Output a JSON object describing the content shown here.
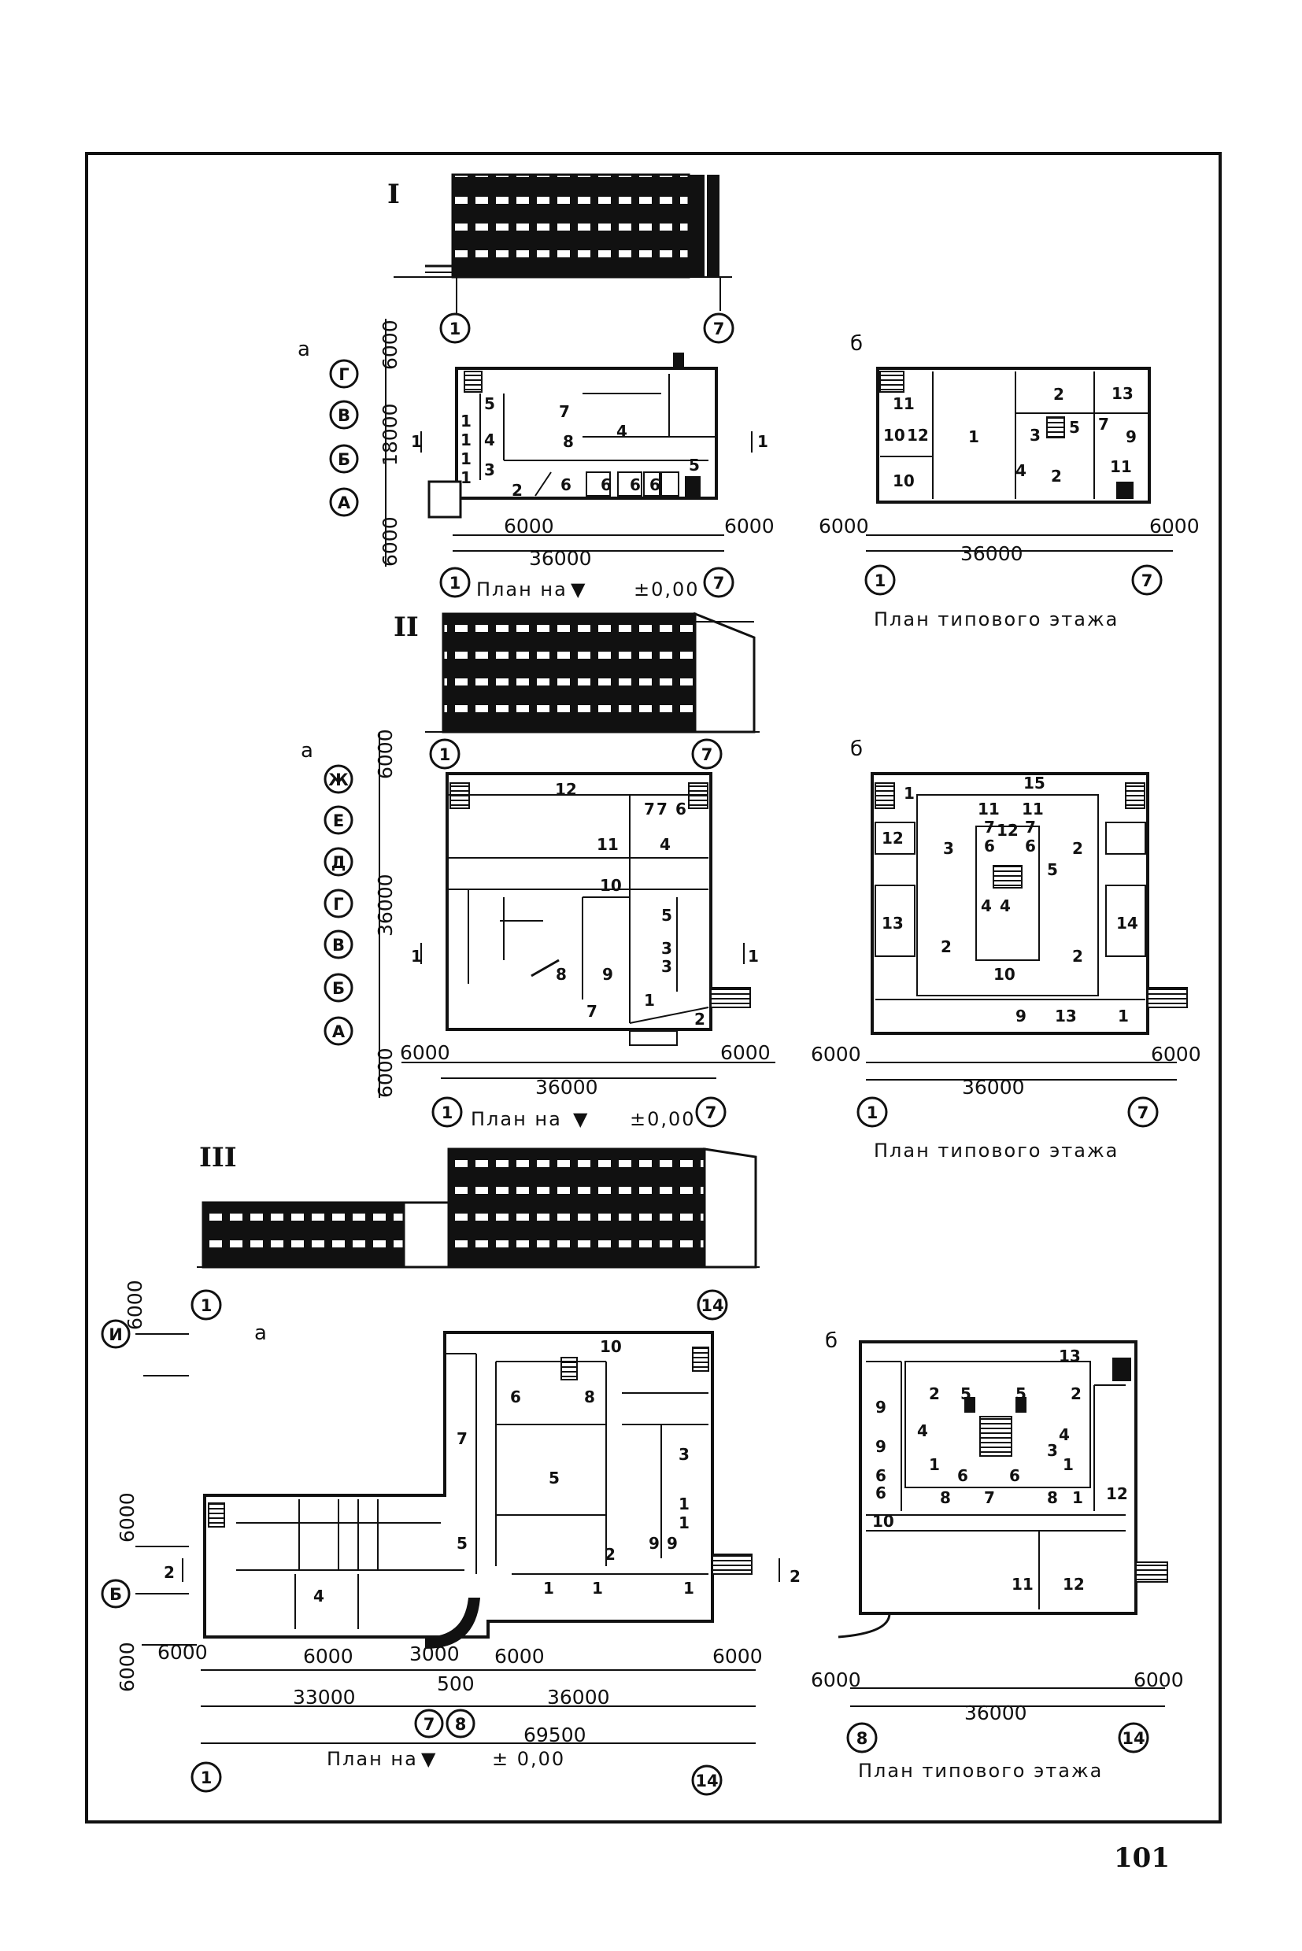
{
  "page_number": "101",
  "scheme_I": {
    "numeral": "I",
    "ground": {
      "letter": "а",
      "axes_cols": [
        "1",
        "7"
      ],
      "axes_rows": [
        "Г",
        "В",
        "Б",
        "А"
      ],
      "dims": {
        "top": "6000",
        "mid": "18000",
        "bottom": "6000",
        "left": "6000",
        "right": "6000",
        "total": "36000"
      },
      "caption_prefix": "План на",
      "caption_level": "±0,00",
      "rooms": [
        "5",
        "7",
        "1",
        "1",
        "1",
        "4",
        "8",
        "4",
        "1",
        "3",
        "2",
        "6",
        "6",
        "6",
        "6",
        "5"
      ],
      "section": "1"
    },
    "typical": {
      "letter": "б",
      "axes_cols": [
        "1",
        "7"
      ],
      "dims": {
        "left": "6000",
        "right": "6000",
        "total": "36000"
      },
      "caption": "План типового этажа",
      "rooms": [
        "11",
        "10",
        "12",
        "10",
        "1",
        "2",
        "13",
        "3",
        "5",
        "7",
        "9",
        "4",
        "2",
        "11"
      ]
    }
  },
  "scheme_II": {
    "numeral": "II",
    "ground": {
      "letter": "а",
      "axes_cols": [
        "1",
        "7"
      ],
      "axes_rows": [
        "Ж",
        "Е",
        "Д",
        "Г",
        "В",
        "Б",
        "А"
      ],
      "dims": {
        "top": "6000",
        "mid": "36000",
        "bottom": "6000",
        "left": "6000",
        "right": "6000",
        "total": "36000"
      },
      "caption_prefix": "План на",
      "caption_level": "±0,00",
      "rooms": [
        "12",
        "7",
        "7",
        "6",
        "11",
        "4",
        "10",
        "5",
        "3",
        "3",
        "8",
        "9",
        "7",
        "1",
        "2"
      ],
      "section": "1"
    },
    "typical": {
      "letter": "б",
      "axes_cols": [
        "1",
        "7"
      ],
      "dims": {
        "left": "6000",
        "right": "6000",
        "total": "36000"
      },
      "caption": "План типового этажа",
      "rooms": [
        "15",
        "1",
        "12",
        "11",
        "11",
        "3",
        "7",
        "7",
        "12",
        "2",
        "6",
        "6",
        "5",
        "4",
        "4",
        "2",
        "2",
        "13",
        "14",
        "10",
        "9",
        "13",
        "1"
      ]
    }
  },
  "scheme_III": {
    "numeral": "III",
    "elev_axes": [
      "1",
      "14"
    ],
    "ground": {
      "letter": "а",
      "axes_rows": [
        "И",
        "Б"
      ],
      "axes_cols": [
        "1",
        "7",
        "8",
        "14"
      ],
      "dims": {
        "top": "6000",
        "side": "6000",
        "bottom": "6000",
        "d1": "6000",
        "d2": "6000",
        "d3": "3000",
        "d4": "6000",
        "d5": "6000",
        "gap": "500",
        "left_total": "33000",
        "right_total": "36000",
        "grand_total": "69500"
      },
      "caption_prefix": "План на",
      "caption_level": "± 0,00",
      "rooms": [
        "10",
        "6",
        "8",
        "7",
        "3",
        "5",
        "1",
        "1",
        "5",
        "9",
        "9",
        "2",
        "1",
        "1",
        "1",
        "4"
      ],
      "section": "2"
    },
    "typical": {
      "letter": "б",
      "axes_cols": [
        "8",
        "14"
      ],
      "dims": {
        "left": "6000",
        "right": "6000",
        "total": "36000"
      },
      "caption": "План типового этажа",
      "rooms": [
        "13",
        "2",
        "5",
        "5",
        "2",
        "9",
        "9",
        "4",
        "4",
        "3",
        "1",
        "1",
        "6",
        "6",
        "6",
        "6",
        "8",
        "7",
        "8",
        "1",
        "10",
        "12",
        "11",
        "12"
      ]
    }
  },
  "colors": {
    "ink": "#111111",
    "paper": "#ffffff"
  }
}
